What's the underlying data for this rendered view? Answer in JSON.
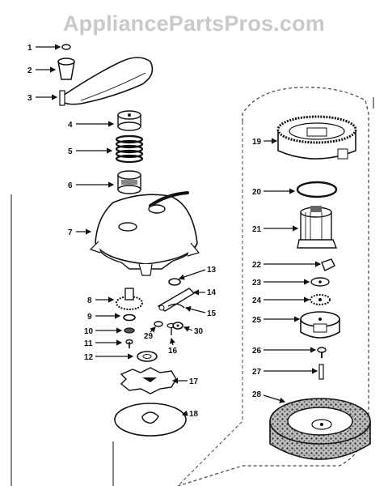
{
  "watermark": "AppliancePartsPros.com",
  "callouts": [
    {
      "id": "1",
      "text": "1"
    },
    {
      "id": "2",
      "text": "2"
    },
    {
      "id": "3",
      "text": "3"
    },
    {
      "id": "4",
      "text": "4"
    },
    {
      "id": "5",
      "text": "5"
    },
    {
      "id": "6",
      "text": "6"
    },
    {
      "id": "7",
      "text": "7"
    },
    {
      "id": "8",
      "text": "8"
    },
    {
      "id": "9",
      "text": "9"
    },
    {
      "id": "10",
      "text": "10"
    },
    {
      "id": "11",
      "text": "11"
    },
    {
      "id": "12",
      "text": "12"
    },
    {
      "id": "13",
      "text": "13"
    },
    {
      "id": "14",
      "text": "14"
    },
    {
      "id": "15",
      "text": "15"
    },
    {
      "id": "16",
      "text": "16"
    },
    {
      "id": "17",
      "text": "17"
    },
    {
      "id": "18",
      "text": "18"
    },
    {
      "id": "19",
      "text": "19"
    },
    {
      "id": "20",
      "text": "20"
    },
    {
      "id": "21",
      "text": "21"
    },
    {
      "id": "22",
      "text": "22"
    },
    {
      "id": "23",
      "text": "23"
    },
    {
      "id": "24",
      "text": "24"
    },
    {
      "id": "25",
      "text": "25"
    },
    {
      "id": "26",
      "text": "26"
    },
    {
      "id": "27",
      "text": "27"
    },
    {
      "id": "28",
      "text": "28"
    },
    {
      "id": "29",
      "text": "29"
    },
    {
      "id": "30",
      "text": "30"
    }
  ]
}
